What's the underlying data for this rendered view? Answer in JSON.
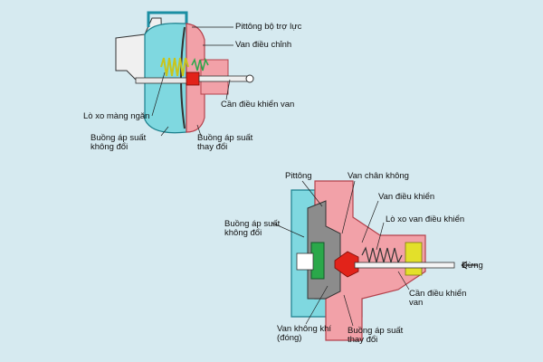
{
  "colors": {
    "background": "#d6eaf0",
    "constant_chamber": "#7fd8e0",
    "variable_chamber": "#f2a1a8",
    "valve_red": "#e2231a",
    "valve_green": "#2aa84a",
    "spring_yellow": "#e3e02a",
    "metal_gray": "#8c8c8c",
    "leader_line": "#222222"
  },
  "diagram_top": {
    "labels": {
      "booster_piston": "Pittông bộ trợ lực",
      "control_valve": "Van điều chỉnh",
      "valve_rod": "Cần điều khiển van",
      "diaphragm_spring": "Lò xo màng ngăn",
      "constant_chamber": "Buồng áp suất\nkhông đổi",
      "variable_chamber": "Buồng áp suất\nthay đổi"
    }
  },
  "diagram_bottom": {
    "labels": {
      "piston": "Pittông",
      "vacuum_valve": "Van chân không",
      "control_valve": "Van điều khiển",
      "control_valve_spring": "Lò xo van điều khiển",
      "constant_chamber": "Buồng áp suất\nkhông đổi",
      "stop": "Dừng",
      "valve_rod": "Cần điều khiển\nvan",
      "air_valve": "Van không khí\n(đóng)",
      "variable_chamber": "Buồng áp suất\nthay đổi"
    }
  }
}
